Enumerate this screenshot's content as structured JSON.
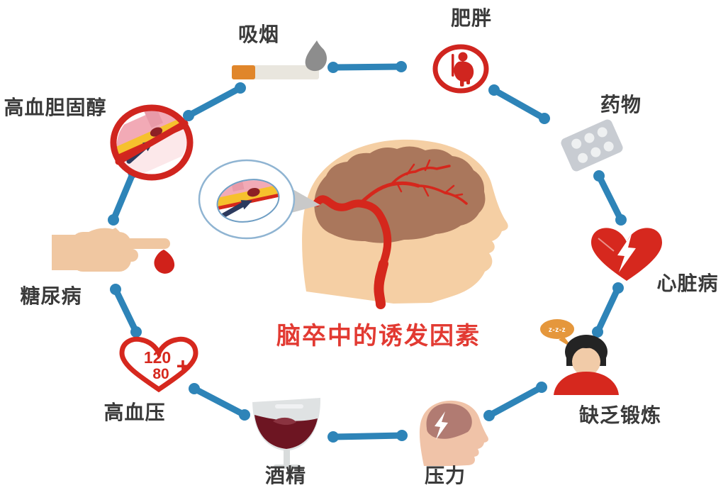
{
  "title": "脑卒中的诱发因素",
  "factors": [
    {
      "label": "高血胆固醇",
      "icon": "blocked-artery-prohibition-icon"
    },
    {
      "label": "吸烟",
      "icon": "cigarette-icon"
    },
    {
      "label": "肥胖",
      "icon": "obese-person-prohibition-icon"
    },
    {
      "label": "药物",
      "icon": "pill-blister-icon"
    },
    {
      "label": "心脏病",
      "icon": "heart-attack-icon"
    },
    {
      "label": "缺乏锻炼",
      "icon": "sleeping-person-icon"
    },
    {
      "label": "压力",
      "icon": "stressed-brain-head-icon"
    },
    {
      "label": "酒精",
      "icon": "wine-glass-icon"
    },
    {
      "label": "高血压",
      "icon": "blood-pressure-heart-icon"
    },
    {
      "label": "糖尿病",
      "icon": "finger-blood-drop-icon"
    }
  ],
  "blood_pressure": {
    "systolic": "120",
    "diastolic": "80",
    "plus": "+"
  },
  "sleep_text": "z-z-z",
  "colors": {
    "connector_blue": "#2e84b8",
    "icon_red": "#d6281e",
    "title_red": "#e23a32",
    "label_gray": "#3a3a3a",
    "skin": "#f5cfa4",
    "brain_brown": "#aa775c",
    "artery_red": "#d5271c",
    "wine_dark_red": "#6d1522",
    "bubble_orange": "#e5973c",
    "cigarette_filter_orange": "#e0862b",
    "smoke_gray": "#8d8d8d",
    "pill_pack_gray": "#c8ccd2"
  }
}
